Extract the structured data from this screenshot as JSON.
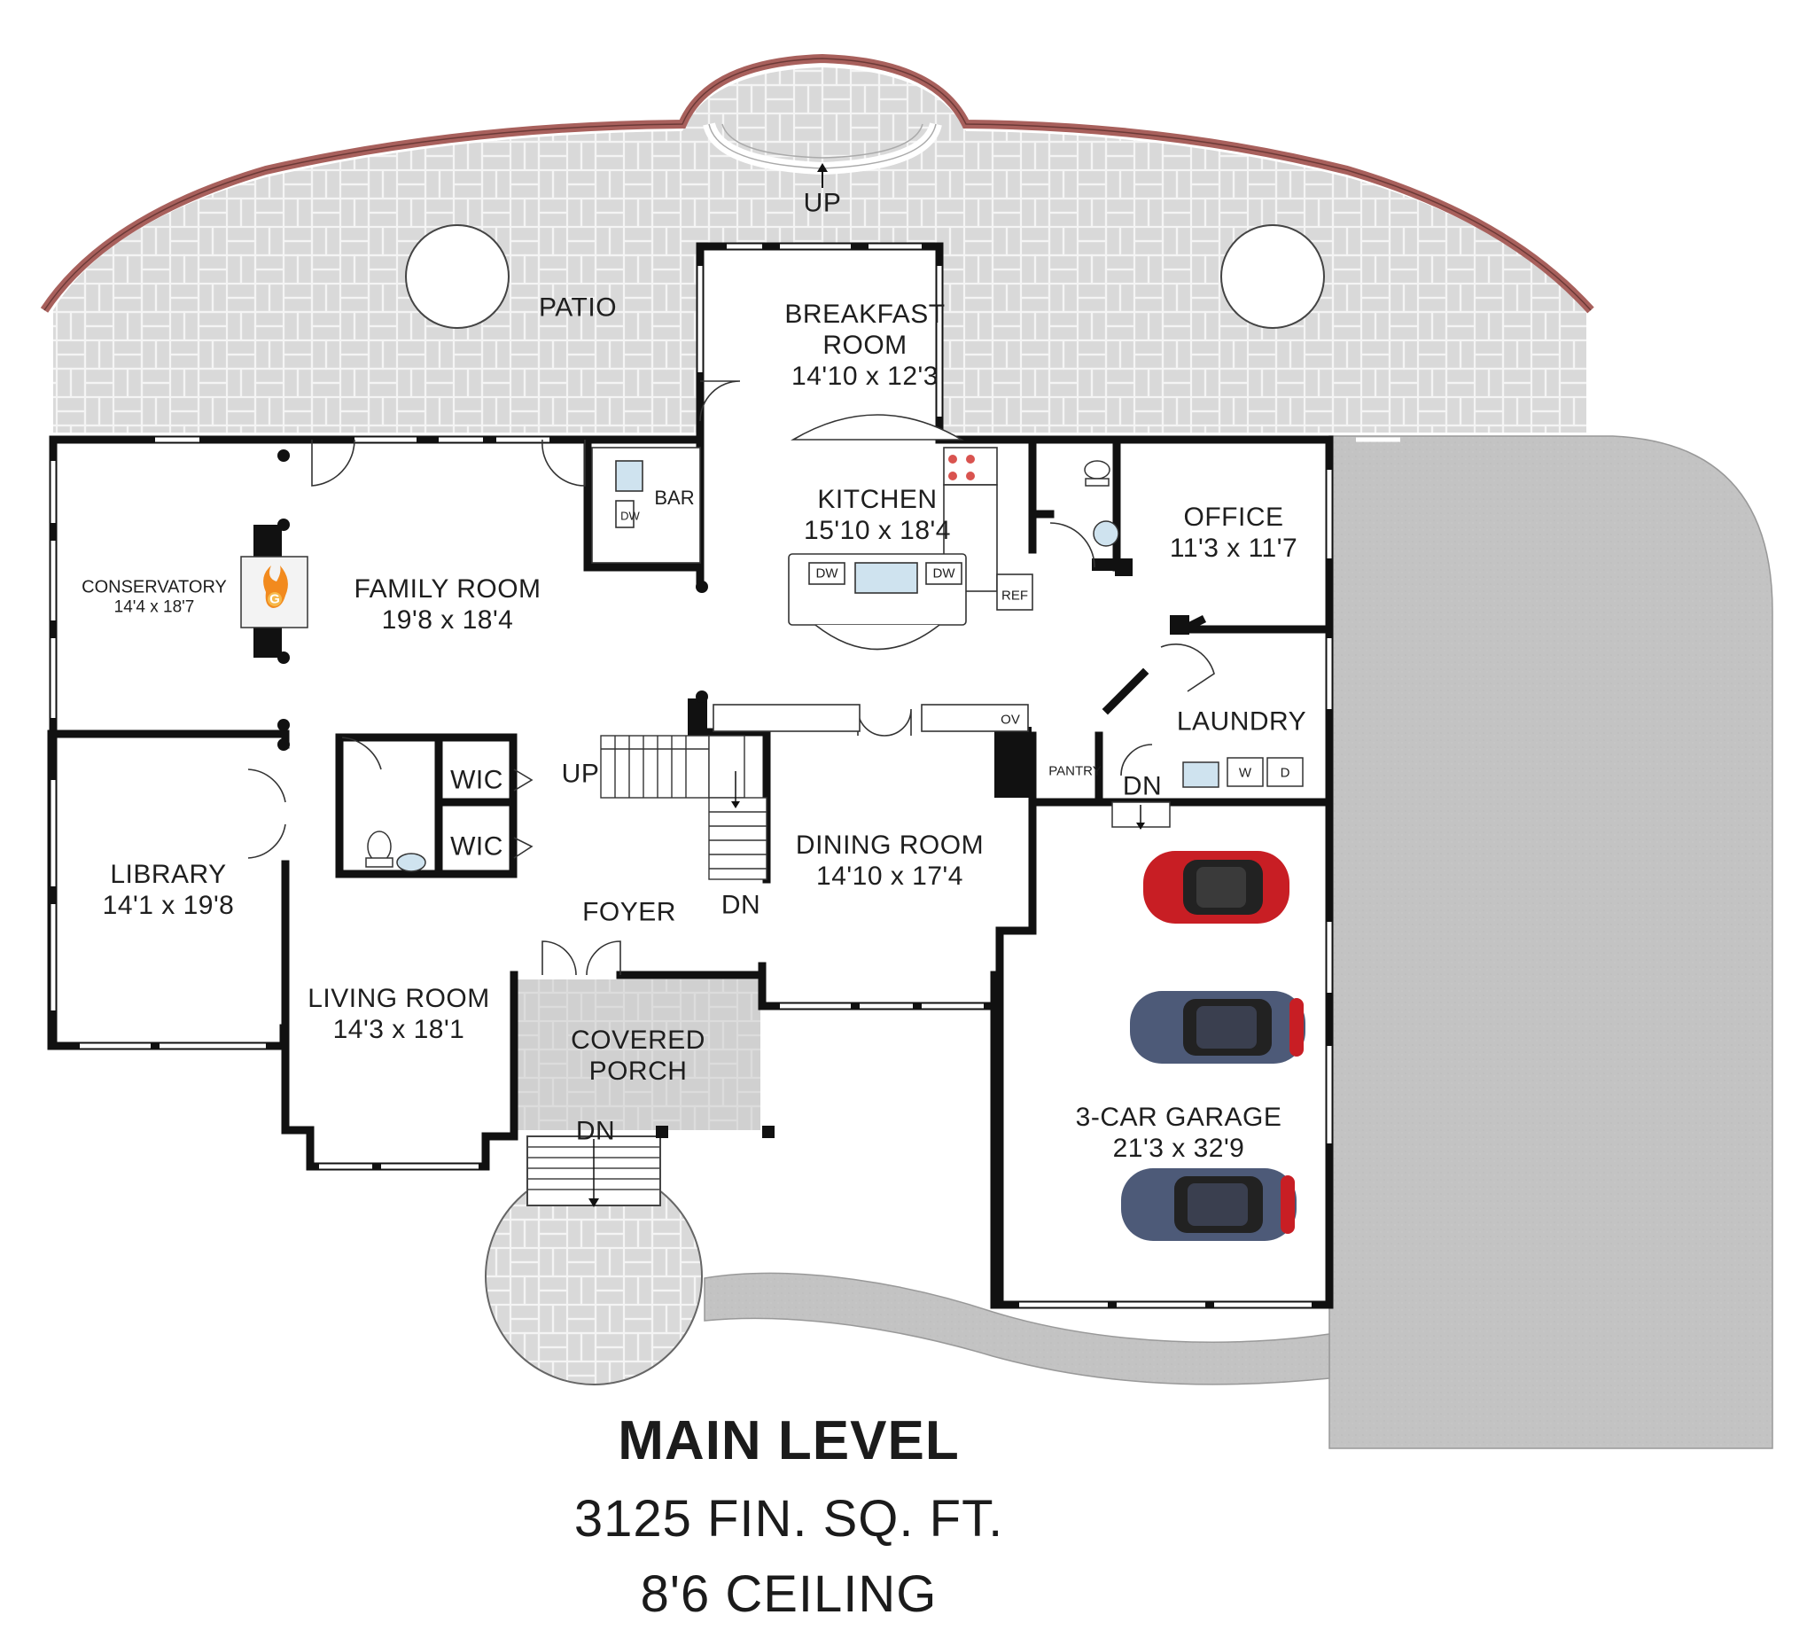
{
  "labels": {
    "patio": "PATIO",
    "patio_up": "UP",
    "breakfast": {
      "name": "BREAKFAST",
      "name2": "ROOM",
      "dim": "14'10 x 12'3"
    },
    "kitchen": {
      "name": "KITCHEN",
      "dim": "15'10 x 18'4"
    },
    "office": {
      "name": "OFFICE",
      "dim": "11'3 x 11'7"
    },
    "bar": "BAR",
    "conservatory": {
      "name": "CONSERVATORY",
      "dim": "14'4 x 18'7"
    },
    "family": {
      "name": "FAMILY ROOM",
      "dim": "19'8 x 18'4"
    },
    "laundry": "LAUNDRY",
    "pantry": "PANTRY",
    "wic1": "WIC",
    "wic2": "WIC",
    "stair_up": "UP",
    "stair_dn": "DN",
    "garage_dn": "DN",
    "library": {
      "name": "LIBRARY",
      "dim": "14'1 x 19'8"
    },
    "dining": {
      "name": "DINING ROOM",
      "dim": "14'10 x 17'4"
    },
    "foyer": "FOYER",
    "living": {
      "name": "LIVING ROOM",
      "dim": "14'3 x 18'1"
    },
    "porch": {
      "name": "COVERED",
      "name2": "PORCH"
    },
    "porch_dn": "DN",
    "garage": {
      "name": "3-CAR GARAGE",
      "dim": "21'3 x 32'9"
    },
    "appliances": {
      "dw": "DW",
      "ref": "REF",
      "ov": "OV",
      "washer": "W",
      "dryer": "D",
      "fireplace": "G"
    }
  },
  "footer": {
    "title": "MAIN LEVEL",
    "area": "3125 FIN. SQ. FT.",
    "ceiling": "8'6 CEILING"
  },
  "colors": {
    "wall": "#111111",
    "patio_paver": "#d9d9d9",
    "paver_grout": "#f4f4f4",
    "patio_edge": "#a8605c",
    "driveway": "#c4c4c4",
    "porch_floor": "#c8c8c8",
    "car_red": "#c81e24",
    "car_blue": "#4d5a78",
    "fire": "#f28a1e"
  }
}
